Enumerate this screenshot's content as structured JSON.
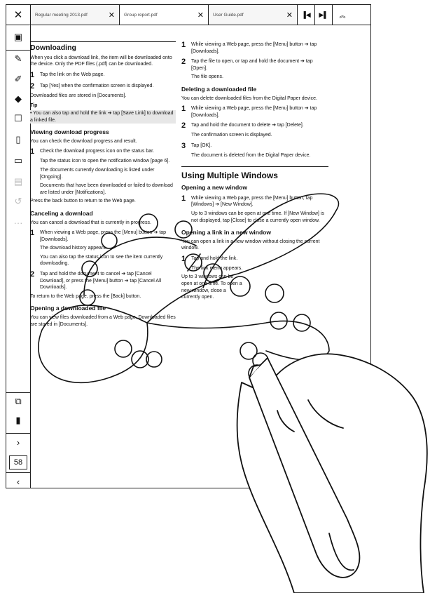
{
  "tabs": [
    {
      "label": "Regular meeting 2013.pdf"
    },
    {
      "label": "Group report.pdf"
    },
    {
      "label": "User Guide.pdf"
    }
  ],
  "page_number": "58",
  "left": {
    "downloading_title": "Downloading",
    "downloading_intro": "When you click a download link, the item will be downloaded onto the device. Only the PDF files (.pdf) can be downloaded.",
    "step1_num": "1",
    "step1": "Tap the link on the Web page.",
    "step2_num": "2",
    "step2": "Tap [Yes] when the confirmation screen is displayed.",
    "stored": "Downloaded files are stored in [Documents].",
    "tip_label": "Tip",
    "tip_text": "• You can also tap and hold the link ➔ tap [Save Link] to download a linked file.",
    "view_title": "Viewing download progress",
    "view_intro": "You can check the download progress and result.",
    "v1_num": "1",
    "v1": "Check the download progress icon on the status bar.",
    "v1_sub1": "Tap the status icon to open the notification window [page 6].",
    "v1_sub2": "The documents currently downloading is listed under [Ongoing].",
    "v1_sub3": "Documents that have been downloaded or failed to download are listed under [Notifications].",
    "v_back": "Press the back button to return to the Web page.",
    "cancel_title": "Canceling a download",
    "cancel_intro": "You can cancel a download that is currently in progress.",
    "c1_num": "1",
    "c1": "When viewing a Web page, press the [Menu] button ➔ tap [Downloads].",
    "c1_sub1": "The download history appears.",
    "c1_sub2": "You can also tap the status icon to see the item currently downloading.",
    "c2_num": "2",
    "c2": "Tap and hold the document to cancel ➔ tap [Cancel Download], or press the [Menu] button ➔ tap [Cancel All Downloads].",
    "c_back": "To return to the Web page, press the [Back] button.",
    "open_title": "Opening a downloaded file",
    "open_intro": "You can view files downloaded from a Web page. Downloaded files are stored in [Documents]."
  },
  "right": {
    "r1_num": "1",
    "r1": "While viewing a Web page, press the [Menu] button ➔ tap [Downloads].",
    "r2_num": "2",
    "r2": "Tap the file to open, or tap and hold the document ➔ tap [Open].",
    "r2_sub": "The file opens.",
    "delete_title": "Deleting a downloaded file",
    "delete_intro": "You can delete downloaded files from the Digital Paper device.",
    "d1_num": "1",
    "d1": "While viewing a Web page, press the [Menu] button ➔ tap [Downloads].",
    "d2_num": "2",
    "d2": "Tap and hold the document to delete ➔ tap [Delete].",
    "d2_sub": "The confirmation screen is displayed.",
    "d3_num": "3",
    "d3": "Tap [OK].",
    "d3_sub": "The document is deleted from the Digital Paper device.",
    "multi_title": "Using Multiple Windows",
    "open_win_title": "Opening a new window",
    "o1_num": "1",
    "o1": "While viewing a Web page, press the [Menu] button, tap [Windows] ➔ [New Window].",
    "o1_sub": "Up to 3 windows can be open at one time. If [New Window] is not displayed, tap [Close] to close a currently open window.",
    "open_link_title": "Opening a link in a new window",
    "open_link_intro": "You can open a link in a new window without closing the current window.",
    "l1_num": "1",
    "l1": "Tap and hold the link.",
    "l1_sub": "The link menu appears.",
    "tail": "Up to 3 windows can be open at one time. To open a new window, close a currently open."
  },
  "colors": {
    "ink": "#111111",
    "tip_bg": "#e7e7e7"
  }
}
